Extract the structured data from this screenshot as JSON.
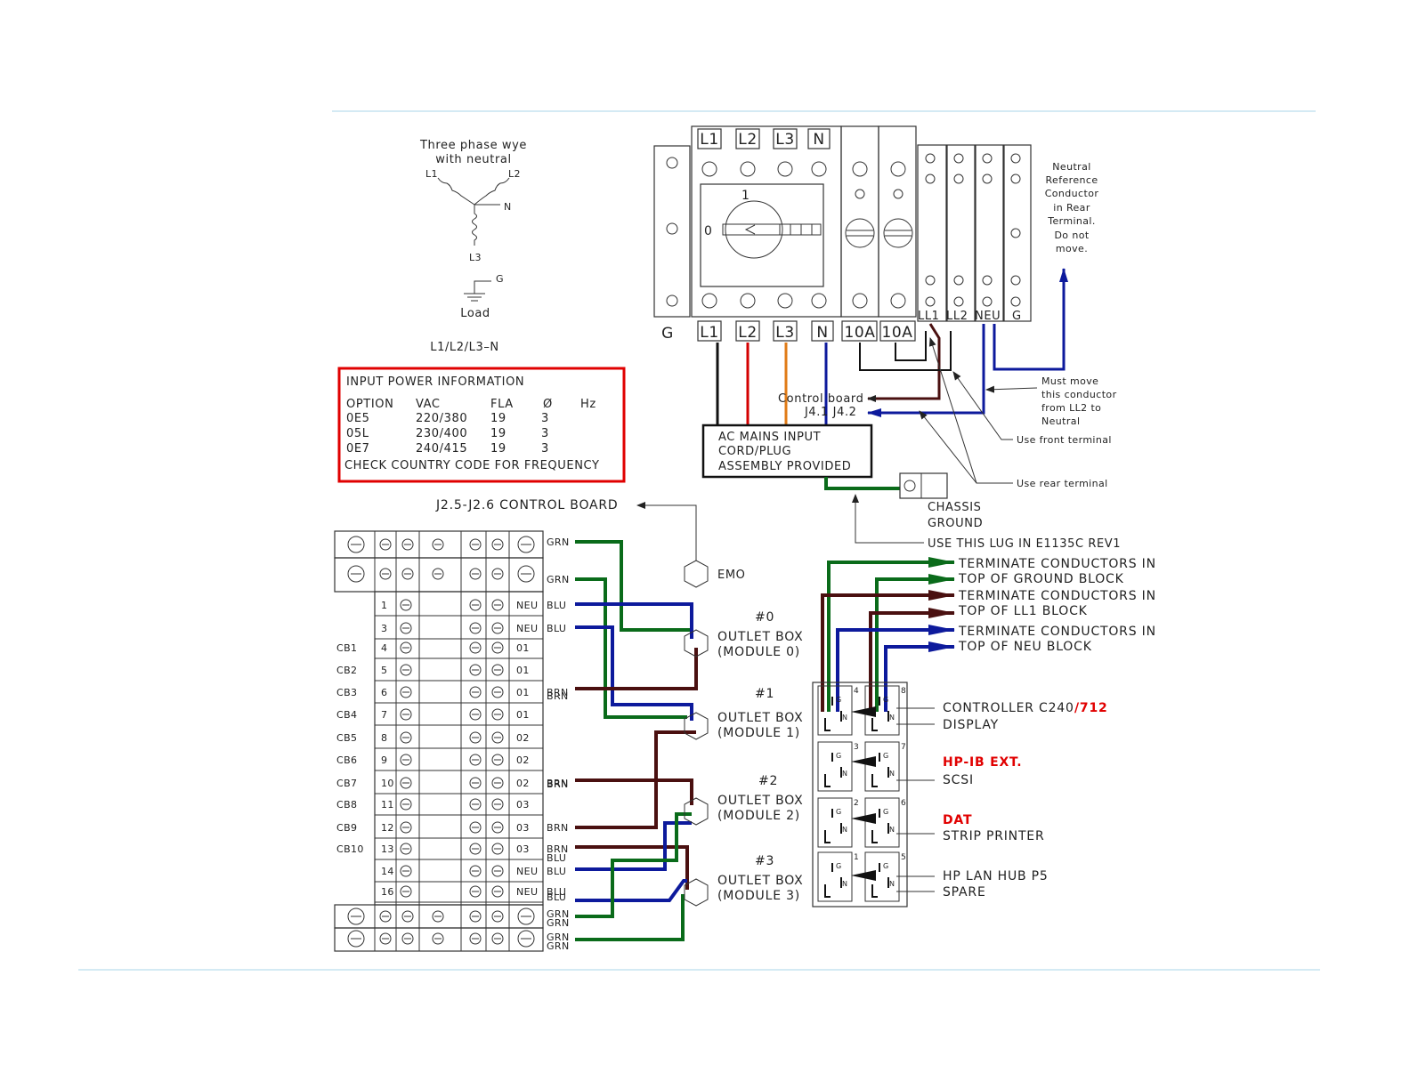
{
  "colors": {
    "green": "#0a6b1a",
    "brown": "#4a1010",
    "blue": "#0d1a9c",
    "red": "#e00000",
    "orange": "#e07b16",
    "rule": "#a8d4e8"
  },
  "wye": {
    "title_1": "Three phase wye",
    "title_2": "with neutral",
    "l1": "L1",
    "l2": "L2",
    "n": "N",
    "l3": "L3",
    "g": "G",
    "load": "Load",
    "config": "L1/L2/L3–N"
  },
  "power_info": {
    "title": "INPUT POWER INFORMATION",
    "headers": [
      "OPTION",
      "VAC",
      "FLA",
      "Ø",
      "Hz"
    ],
    "rows": [
      [
        "0E5",
        "220/380",
        "19",
        "3"
      ],
      [
        "05L",
        "230/400",
        "19",
        "3"
      ],
      [
        "0E7",
        "240/415",
        "19",
        "3"
      ]
    ],
    "footer": "CHECK COUNTRY CODE FOR FREQUENCY"
  },
  "breaker": {
    "top_labels": [
      "L1",
      "L2",
      "L3",
      "N"
    ],
    "bottom_labels": [
      "G",
      "L1",
      "L2",
      "L3",
      "N",
      "10A",
      "10A"
    ],
    "block_labels": [
      "LL1",
      "LL2",
      "NEU",
      "G"
    ],
    "handle_number": "1",
    "handle_off": "0"
  },
  "notes": {
    "neutral_ref": [
      "Neutral",
      "Reference",
      "Conductor",
      "in Rear",
      "Terminal.",
      "Do not",
      "move."
    ],
    "must_move": [
      "Must move",
      "this conductor",
      "from LL2 to",
      "Neutral"
    ],
    "use_front": "Use front terminal",
    "use_rear": "Use rear terminal",
    "control_board": "Control board",
    "j4": "J4.1 J4.2",
    "ac_mains": [
      "AC MAINS INPUT",
      "CORD/PLUG",
      "ASSEMBLY PROVIDED"
    ],
    "chassis": [
      "CHASSIS",
      "GROUND"
    ],
    "use_lug": "USE THIS LUG IN E1135C REV1",
    "control_board_j25": "J2.5-J2.6 CONTROL BOARD",
    "emo": "EMO"
  },
  "terminate": [
    "TERMINATE CONDUCTORS IN",
    "TOP OF GROUND BLOCK",
    "TERMINATE CONDUCTORS IN",
    "TOP OF LL1 BLOCK",
    "TERMINATE CONDUCTORS IN",
    "TOP OF NEU BLOCK"
  ],
  "outlet_boxes": [
    {
      "num": "#0",
      "line1": "OUTLET BOX",
      "line2": "(MODULE 0)"
    },
    {
      "num": "#1",
      "line1": "OUTLET BOX",
      "line2": "(MODULE 1)"
    },
    {
      "num": "#2",
      "line1": "OUTLET BOX",
      "line2": "(MODULE 2)"
    },
    {
      "num": "#3",
      "line1": "OUTLET BOX",
      "line2": "(MODULE 3)"
    }
  ],
  "terminal_rows": [
    {
      "cb": "",
      "num": "1",
      "end": "NEU",
      "wire": "BLU"
    },
    {
      "cb": "",
      "num": "3",
      "end": "NEU",
      "wire": "BLU"
    },
    {
      "cb": "CB1",
      "num": "4",
      "end": "01",
      "wire": ""
    },
    {
      "cb": "CB2",
      "num": "5",
      "end": "01",
      "wire": ""
    },
    {
      "cb": "CB3",
      "num": "6",
      "end": "01",
      "wire": "BRN"
    },
    {
      "cb": "CB4",
      "num": "7",
      "end": "01",
      "wire": ""
    },
    {
      "cb": "CB5",
      "num": "8",
      "end": "02",
      "wire": ""
    },
    {
      "cb": "CB6",
      "num": "9",
      "end": "02",
      "wire": ""
    },
    {
      "cb": "CB7",
      "num": "10",
      "end": "02",
      "wire": "BRN"
    },
    {
      "cb": "CB8",
      "num": "11",
      "end": "03",
      "wire": ""
    },
    {
      "cb": "CB9",
      "num": "12",
      "end": "03",
      "wire": "BRN"
    },
    {
      "cb": "CB10",
      "num": "13",
      "end": "03",
      "wire": "BRN"
    },
    {
      "cb": "",
      "num": "14",
      "end": "NEU",
      "wire": "BLU"
    },
    {
      "cb": "",
      "num": "16",
      "end": "NEU",
      "wire": "BLU"
    }
  ],
  "wire_labels": {
    "grn": "GRN",
    "blu": "BLU",
    "brn": "BRN"
  },
  "outlet_devices": [
    {
      "line1": "CONTROLLER C240",
      "line1_red": "/712",
      "line2": "DISPLAY"
    },
    {
      "line1": "",
      "line1_red": "HP-IB EXT.",
      "line2": "SCSI"
    },
    {
      "line1": "",
      "line1_red": "DAT",
      "line2": "STRIP PRINTER"
    },
    {
      "line1": "HP LAN HUB P5",
      "line1_red": "",
      "line2": "SPARE"
    }
  ],
  "outlet_numbers": [
    "4",
    "8",
    "3",
    "7",
    "2",
    "6",
    "1",
    "5"
  ],
  "outlet_pins": {
    "g": "G",
    "n": "N",
    "l": "L"
  }
}
